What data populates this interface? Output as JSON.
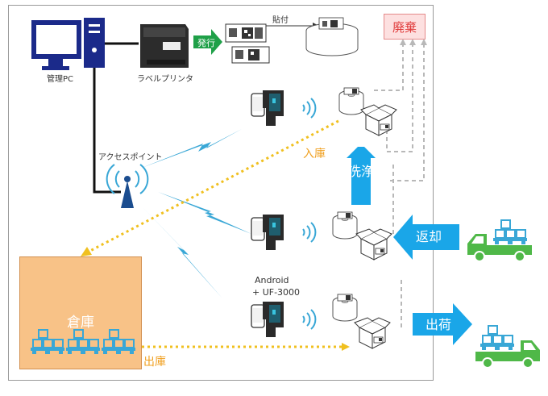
{
  "labels": {
    "pc": "管理PC",
    "printer": "ラベルプリンタ",
    "issue": "発行",
    "attach": "貼付",
    "dispose": "廃棄",
    "access_point": "アクセスポイント",
    "receiving": "入庫",
    "wash": "洗浄",
    "return": "返却",
    "device_line1": "Android",
    "device_line2": "+ UF-3000",
    "warehouse": "倉庫",
    "dispatch_out": "出庫",
    "shipping": "出荷"
  },
  "colors": {
    "pc": "#1b2a8a",
    "wireless": "#39a7d6",
    "dotted": "#f0c020",
    "arrow_blue": "#1aa6e8",
    "truck_green": "#4fb848",
    "issue_green": "#1fa048",
    "warehouse": "#f8c287",
    "dispose_text": "#e03c3c"
  },
  "icons": [
    "monitor-icon",
    "printer-icon",
    "label-icon",
    "reel-icon",
    "box-icon",
    "smartphone-icon",
    "scanner-icon",
    "wifi-icon",
    "antenna-icon",
    "truck-icon",
    "pallet-icon"
  ]
}
